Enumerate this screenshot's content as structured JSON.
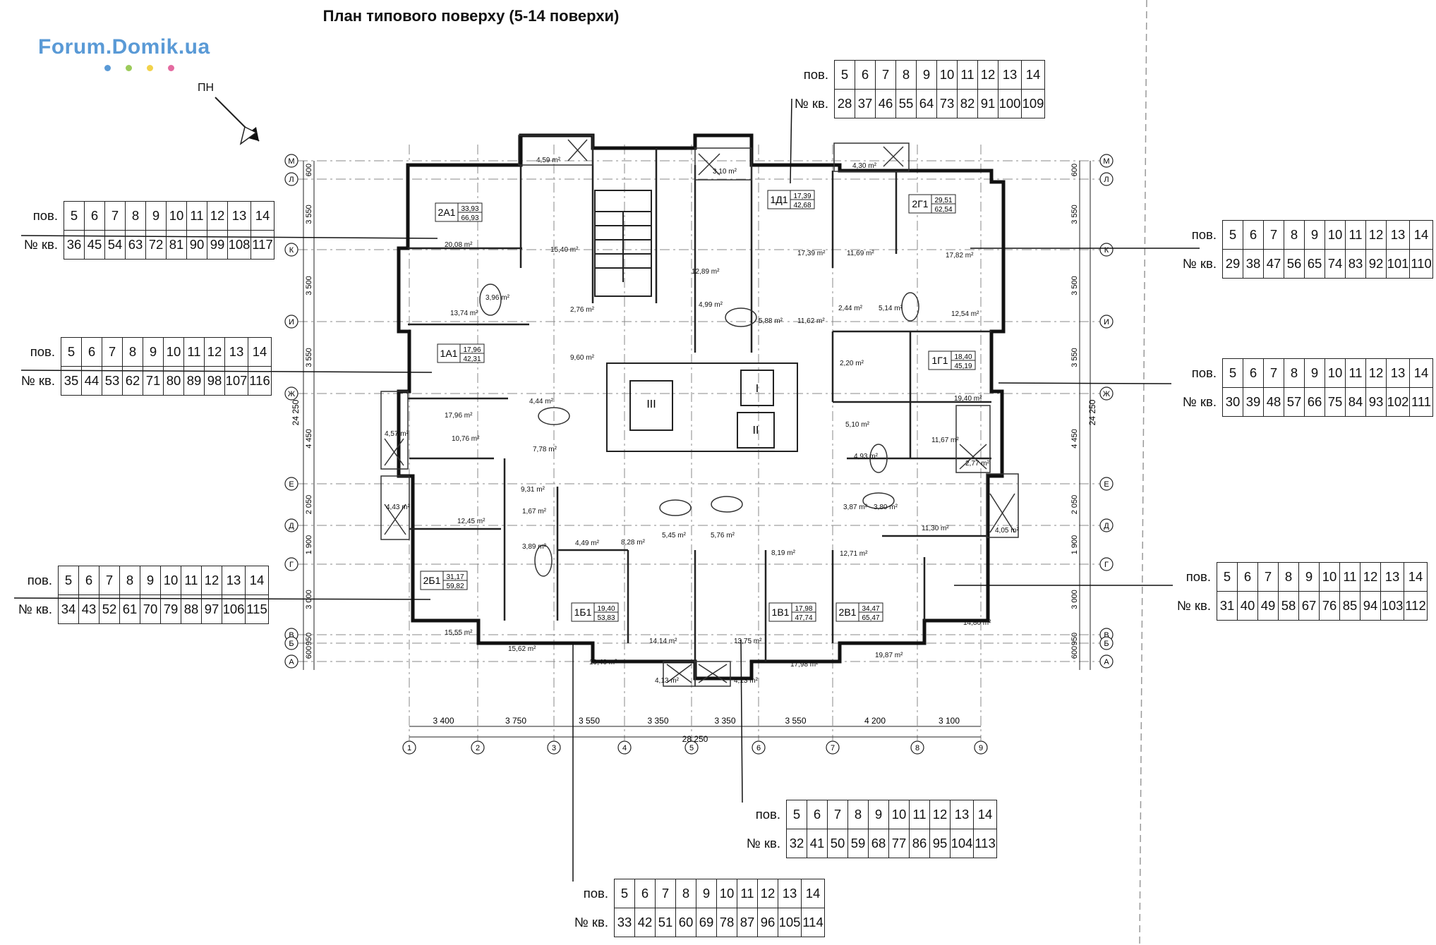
{
  "title": "План типового поверху (5-14 поверхи)",
  "brand": {
    "name": "Forum.Domik.ua",
    "colors": [
      "#5a9ad6",
      "#9ccb5a",
      "#f2d24a",
      "#e46aa0"
    ]
  },
  "north_label": "ПН",
  "row_labels": {
    "floor": "пов.",
    "apartment": "№ кв."
  },
  "floors": [
    "5",
    "6",
    "7",
    "8",
    "9",
    "10",
    "11",
    "12",
    "13",
    "14"
  ],
  "tables": [
    {
      "id": "tl",
      "apartments": [
        "36",
        "45",
        "54",
        "63",
        "72",
        "81",
        "90",
        "99",
        "108",
        "117"
      ]
    },
    {
      "id": "top",
      "apartments": [
        "28",
        "37",
        "46",
        "55",
        "64",
        "73",
        "82",
        "91",
        "100",
        "109"
      ]
    },
    {
      "id": "tr",
      "apartments": [
        "29",
        "38",
        "47",
        "56",
        "65",
        "74",
        "83",
        "92",
        "101",
        "110"
      ]
    },
    {
      "id": "ml",
      "apartments": [
        "35",
        "44",
        "53",
        "62",
        "71",
        "80",
        "89",
        "98",
        "107",
        "116"
      ]
    },
    {
      "id": "mr",
      "apartments": [
        "30",
        "39",
        "48",
        "57",
        "66",
        "75",
        "84",
        "93",
        "102",
        "111"
      ]
    },
    {
      "id": "bl",
      "apartments": [
        "34",
        "43",
        "52",
        "61",
        "70",
        "79",
        "88",
        "97",
        "106",
        "115"
      ]
    },
    {
      "id": "br",
      "apartments": [
        "31",
        "40",
        "49",
        "58",
        "67",
        "76",
        "85",
        "94",
        "103",
        "112"
      ]
    },
    {
      "id": "bc",
      "apartments": [
        "32",
        "41",
        "50",
        "59",
        "68",
        "77",
        "86",
        "95",
        "104",
        "113"
      ]
    },
    {
      "id": "bb",
      "apartments": [
        "33",
        "42",
        "51",
        "60",
        "69",
        "78",
        "87",
        "96",
        "105",
        "114"
      ]
    }
  ],
  "axes": {
    "letters_left": [
      "М",
      "Л",
      "К",
      "И",
      "Ж",
      "Е",
      "Д",
      "Г",
      "В",
      "Б",
      "А"
    ],
    "letters_right": [
      "М",
      "Л",
      "К",
      "И",
      "Ж",
      "Е",
      "Д",
      "Г",
      "В",
      "Б",
      "А"
    ],
    "numbers": [
      "1",
      "2",
      "3",
      "4",
      "5",
      "6",
      "7",
      "8",
      "9"
    ],
    "spans_bottom": [
      "3 400",
      "3 750",
      "3 550",
      "3 350",
      "3 350",
      "3 550",
      "4 200",
      "3 100"
    ],
    "total_width": "28 250",
    "spans_left": [
      "600",
      "3 550",
      "3 500",
      "3 550",
      "4 450",
      "2 050",
      "1 900",
      "3 000",
      "950",
      "600"
    ],
    "total_height": "24 250",
    "spans_right": [
      "600",
      "3 550",
      "3 500",
      "3 550",
      "4 450",
      "2 050",
      "1 900",
      "3 000",
      "950",
      "600"
    ]
  },
  "apartments": [
    {
      "code": "2А1",
      "living": "33,93",
      "total": "66,93"
    },
    {
      "code": "1Д1",
      "living": "17,39",
      "total": "42,68"
    },
    {
      "code": "2Г1",
      "living": "29,51",
      "total": "62,54"
    },
    {
      "code": "1А1",
      "living": "17,96",
      "total": "42,31"
    },
    {
      "code": "1Г1",
      "living": "18,40",
      "total": "45,19"
    },
    {
      "code": "2Б1",
      "living": "31,17",
      "total": "59,82"
    },
    {
      "code": "1Б1",
      "living": "19,40",
      "total": "53,83"
    },
    {
      "code": "1В1",
      "living": "17,98",
      "total": "47,74"
    },
    {
      "code": "2В1",
      "living": "34,47",
      "total": "65,47"
    }
  ],
  "elevators": [
    "III",
    "I",
    "II"
  ],
  "room_areas": [
    "4,59 m²",
    "3,10 m²",
    "4,30 m²",
    "20,08 m²",
    "15,40 m²",
    "17,39 m²",
    "11,69 m²",
    "17,82 m²",
    "13,74 m²",
    "3,96 m²",
    "2,76 m²",
    "12,89 m²",
    "4,99 m²",
    "5,88 m²",
    "11,62 m²",
    "2,44 m²",
    "5,14 m²",
    "12,54 m²",
    "9,60 m²",
    "2,20 m²",
    "17,96 m²",
    "4,44 m²",
    "19,40 m²",
    "4,57 m²",
    "10,76 m²",
    "7,78 m²",
    "5,10 m²",
    "11,67 m²",
    "4,93 m²",
    "2,77 m²",
    "9,31 m²",
    "1,67 m²",
    "4,43 m²",
    "12,45 m²",
    "3,87 m²",
    "3,80 m²",
    "11,30 m²",
    "4,05 m²",
    "3,89 m²",
    "4,49 m²",
    "8,28 m²",
    "5,45 m²",
    "5,76 m²",
    "8,19 m²",
    "12,71 m²",
    "15,55 m²",
    "14,80 m²",
    "15,62 m²",
    "19,40 m²",
    "14,14 m²",
    "13,75 m²",
    "17,98 m²",
    "19,87 m²",
    "4,13 m²",
    "4,13 m²"
  ]
}
